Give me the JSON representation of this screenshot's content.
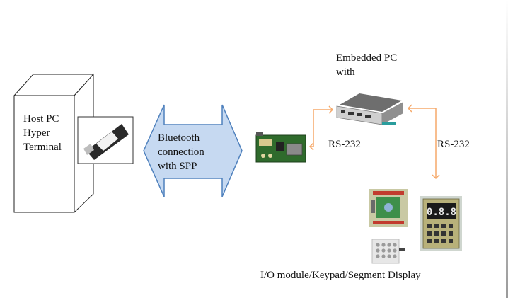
{
  "host_pc": {
    "label_lines": [
      "Host PC",
      "Hyper",
      "Terminal"
    ]
  },
  "bluetooth_link": {
    "label_lines": [
      "Bluetooth",
      "connection",
      "with SPP"
    ]
  },
  "embedded_pc": {
    "label_lines": [
      "Embedded PC",
      "with"
    ]
  },
  "link_labels": {
    "left": "RS-232",
    "right": "RS-232"
  },
  "peripherals": {
    "caption": "I/O module/Keypad/Segment Display"
  },
  "segment_display": {
    "digits": "0.8.8"
  },
  "colors": {
    "arrow_fill": "#c6d9f1",
    "arrow_stroke": "#4f81bd",
    "connector": "#f5a96a",
    "board_green": "#2f6b2c"
  }
}
